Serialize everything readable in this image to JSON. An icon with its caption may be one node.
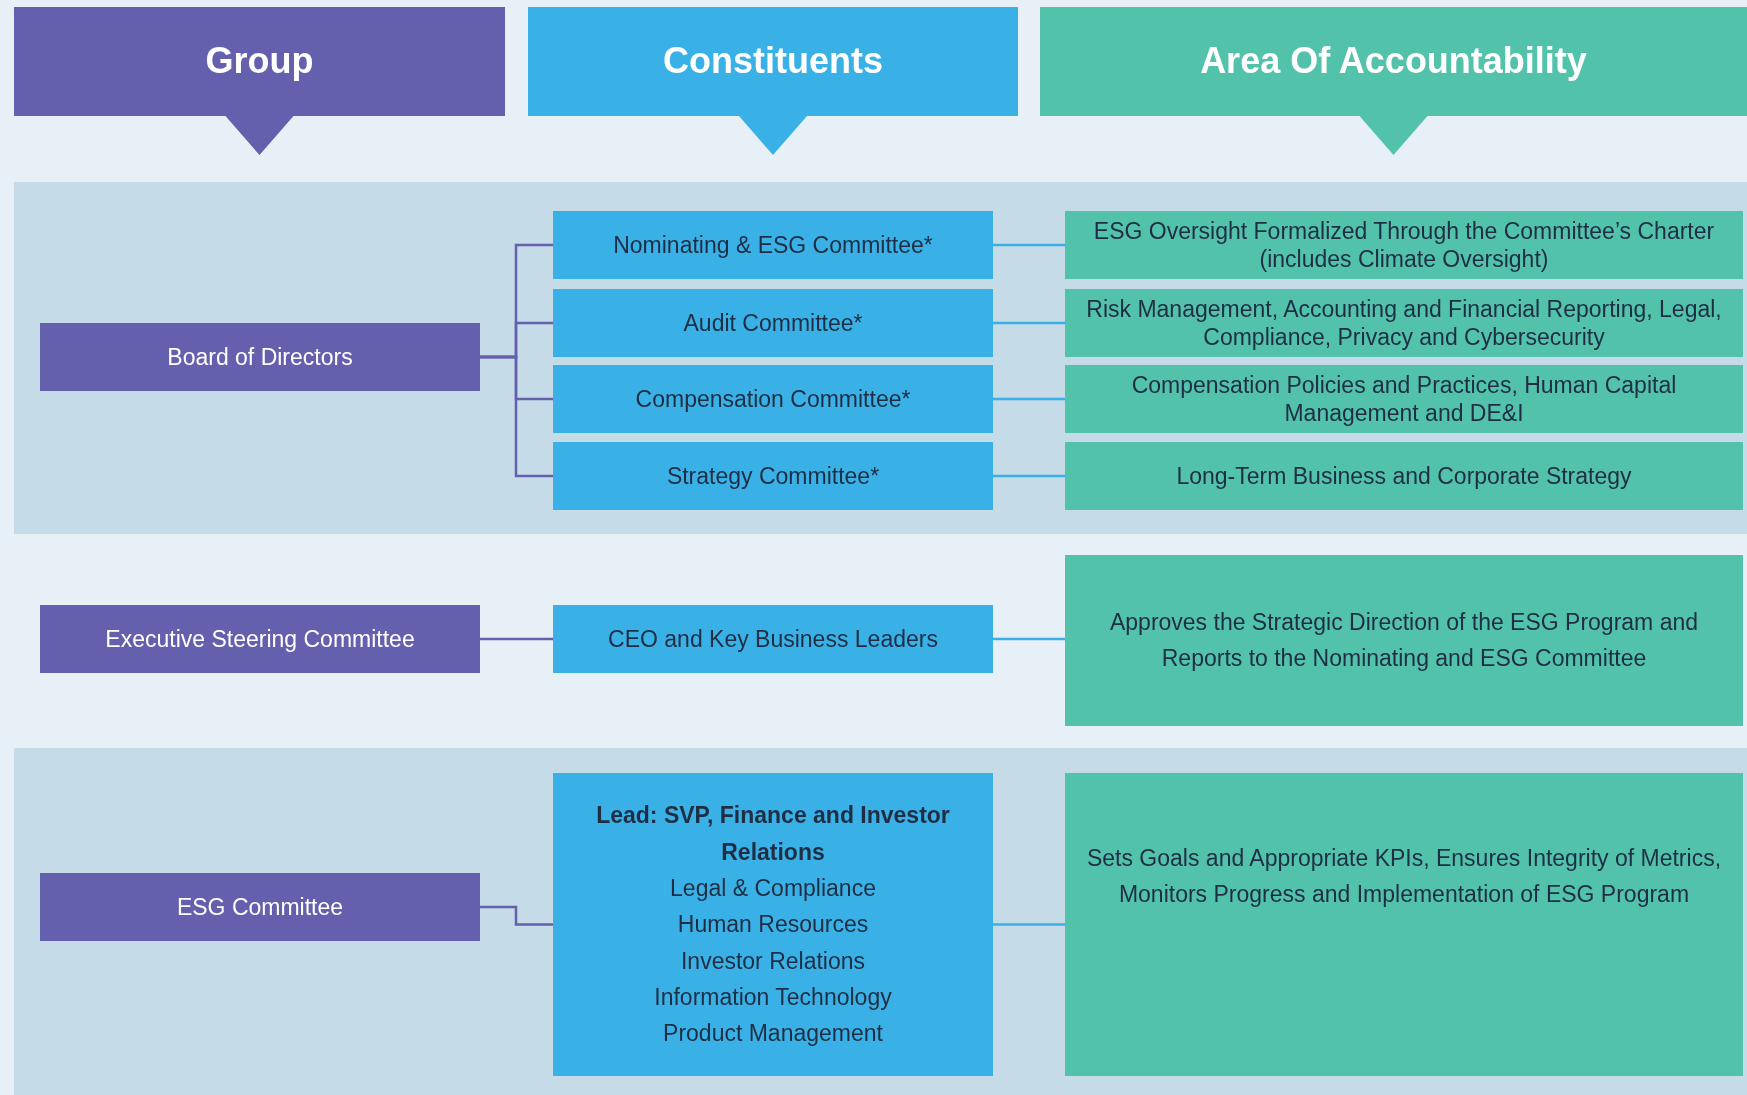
{
  "diagram": {
    "nodes": [
      {
        "text": [
          "Group"
        ]
      },
      {
        "text": [
          "Constituents"
        ]
      },
      {
        "text": [
          "Area Of Accountability"
        ]
      },
      {
        "text": [
          "Board of Directors"
        ]
      },
      {
        "text": [
          "Nominating & ESG Committee*"
        ]
      },
      {
        "text": [
          "ESG Oversight Formalized Through the Committee’s Charter (includes Climate Oversight)"
        ]
      },
      {
        "text": [
          "Audit Committee*"
        ]
      },
      {
        "text": [
          "Risk Management, Accounting and Financial Reporting, Legal, Compliance, Privacy and Cybersecurity"
        ]
      },
      {
        "text": [
          "Compensation Committee*"
        ]
      },
      {
        "text": [
          "Compensation Policies and Practices, Human Capital Management and DE&I"
        ]
      },
      {
        "text": [
          "Strategy Committee*"
        ]
      },
      {
        "text": [
          "Long-Term Business and Corporate Strategy"
        ]
      },
      {
        "text": [
          "Executive Steering Committee"
        ]
      },
      {
        "text": [
          "CEO and Key Business Leaders"
        ]
      },
      {
        "text": [
          "Approves the Strategic Direction of the ESG Program and Reports to the Nominating and ESG Committee"
        ]
      },
      {
        "text": [
          "ESG Committee"
        ]
      },
      {
        "text": [
          "Lead: SVP, Finance and Investor Relations",
          "Legal & Compliance",
          "Human Resources",
          "Investor Relations",
          "Information Technology",
          "Product Management"
        ]
      },
      {
        "text": [
          "Sets Goals and Appropriate KPIs, Ensures Integrity of Metrics, Monitors Progress and Implementation of ESG Program"
        ]
      }
    ],
    "edges": [
      {
        "from": 3,
        "to": 4,
        "arrow": "none",
        "color": "#6460ad"
      },
      {
        "from": 3,
        "to": 6,
        "arrow": "none",
        "color": "#6460ad"
      },
      {
        "from": 3,
        "to": 8,
        "arrow": "none",
        "color": "#6460ad"
      },
      {
        "from": 3,
        "to": 10,
        "arrow": "none",
        "color": "#6460ad"
      },
      {
        "from": 4,
        "to": 5,
        "arrow": "none"
      },
      {
        "from": 6,
        "to": 7,
        "arrow": "none"
      },
      {
        "from": 8,
        "to": 9,
        "arrow": "none"
      },
      {
        "from": 10,
        "to": 11,
        "arrow": "none"
      },
      {
        "from": 12,
        "to": 13,
        "arrow": "none",
        "color": "#6460ad"
      },
      {
        "from": 13,
        "to": 14,
        "arrow": "none"
      },
      {
        "from": 15,
        "to": 16,
        "arrow": "none",
        "color": "#6460ad"
      },
      {
        "from": 16,
        "to": 17,
        "arrow": "none"
      }
    ]
  }
}
